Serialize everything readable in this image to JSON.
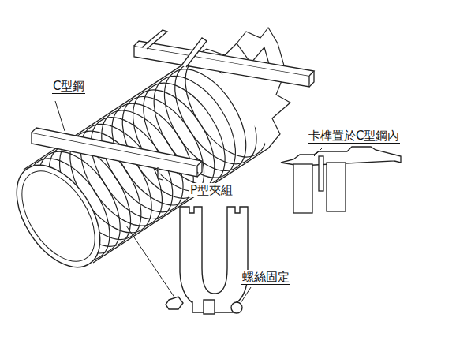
{
  "diagram": {
    "labels": [
      "C型鋼",
      "卡榫置於C型鋼內",
      "P型夾組",
      "螺絲固定"
    ]
  }
}
